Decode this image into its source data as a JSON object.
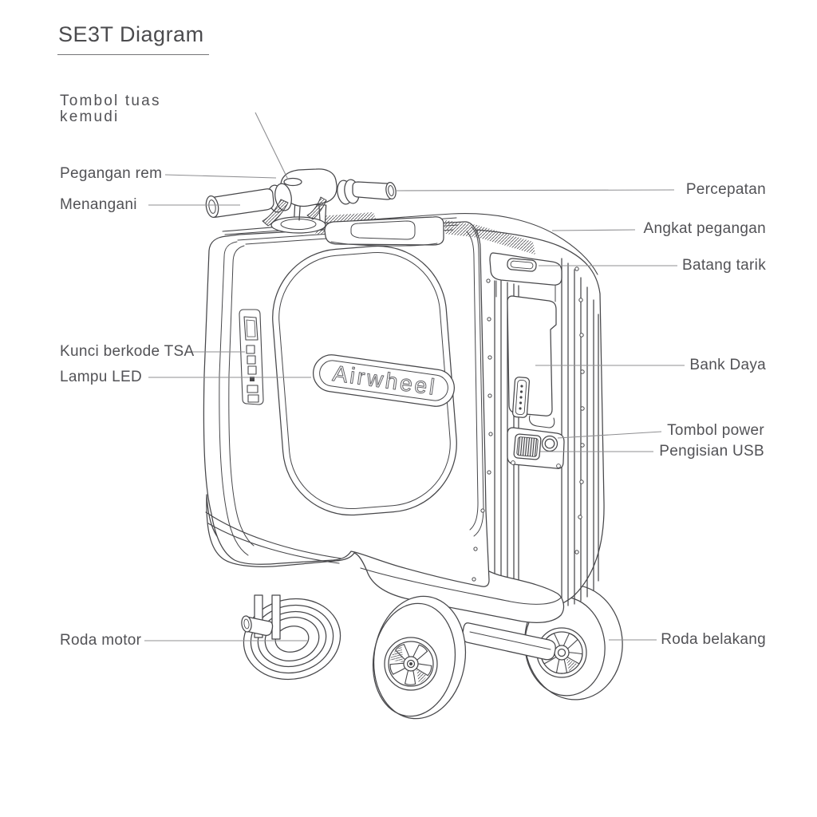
{
  "title": "SE3T Diagram",
  "diagram": {
    "logo": "Airwheel",
    "colors": {
      "line": "#47474a",
      "label_text": "#525256",
      "leader": "#8f8f92",
      "title_underline": "#737376"
    },
    "labels": {
      "steering_lever_button": "Tombol tuas\nkemudi",
      "brake_handle": "Pegangan rem",
      "handle": "Menangani",
      "tsa_lock": "Kunci berkode TSA",
      "led_light": "Lampu LED",
      "motor_wheel": "Roda motor",
      "acceleration": "Percepatan",
      "lift_handle": "Angkat pegangan",
      "pull_rod": "Batang tarik",
      "power_bank": "Bank Daya",
      "power_button": "Tombol power",
      "usb_charging": "Pengisian USB",
      "rear_wheel": "Roda belakang"
    }
  }
}
